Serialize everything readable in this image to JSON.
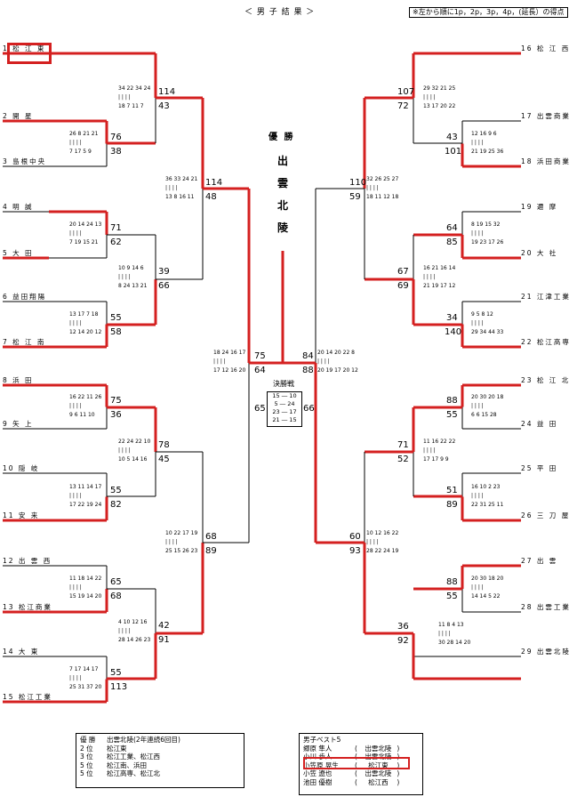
{
  "title": "＜ 男 子 結 果 ＞",
  "note": "※左から順に1p，2p，3p，4p，(延長）の得点",
  "champion_label": "優 勝",
  "champion_name": [
    "出",
    "雲",
    "北",
    "陵"
  ],
  "final_label": "決勝戦",
  "final_periods": [
    "15 ― 10",
    "5 ― 24",
    "23 ― 17",
    "21 ― 15"
  ],
  "left_teams": [
    "1 松 江 東",
    "2 開 星",
    "3 島根中央",
    "4 明 誠",
    "5 大 田",
    "6 益田翔陽",
    "7 松 江 南",
    "8 浜 田",
    "9 矢 上",
    "10 隠 岐",
    "11 安 来",
    "12 出 雲 西",
    "13 松江商業",
    "14 大 東",
    "15 松江工業"
  ],
  "right_teams": [
    "16 松 江 西",
    "17 出雲商業",
    "18 浜田商業",
    "19 邇 摩",
    "20 大 社",
    "21 江津工業",
    "22 松江高専",
    "23 松 江 北",
    "24 益 田",
    "25 平 田",
    "26 三 刀 屋",
    "27 出 雲",
    "28 出雲工業",
    "29 出雲北陵"
  ],
  "scores": {
    "L1": [
      "114",
      "43"
    ],
    "L1q": [
      "34 22 34 24",
      "18 7 11 7"
    ],
    "L2": [
      "76",
      "38"
    ],
    "L2q": [
      "26 8 21 21",
      "7 17 5 9"
    ],
    "L3": [
      "71",
      "62"
    ],
    "L3q": [
      "20 14 24 13",
      "7 19 15 21"
    ],
    "L4": [
      "55",
      "58"
    ],
    "L4q": [
      "13 17 7 18",
      "12 14 20 12"
    ],
    "L5": [
      "75",
      "36"
    ],
    "L5q": [
      "16 22 11 26",
      "9 6 11 10"
    ],
    "L6": [
      "55",
      "82"
    ],
    "L6q": [
      "13 11 14 17",
      "17 22 19 24"
    ],
    "L7": [
      "65",
      "68"
    ],
    "L7q": [
      "11 18 14 22",
      "15 19 14 20"
    ],
    "L8": [
      "55",
      "113"
    ],
    "L8q": [
      "7 17 14 17",
      "25 31 37 20"
    ],
    "LR1a": [
      "114",
      "48"
    ],
    "LR1aq": [
      "36 33 24 21",
      "13 8 16 11"
    ],
    "LR1b": [
      "39",
      "66"
    ],
    "LR1bq": [
      "10 9 14 6",
      "8 24 13 21"
    ],
    "LR1c": [
      "78",
      "45"
    ],
    "LR1cq": [
      "22 24 22 10",
      "10 5 14 16"
    ],
    "LR1d": [
      "42",
      "91"
    ],
    "LR1dq": [
      "4 10 12 16",
      "28 14 26 23"
    ],
    "LS1": [
      "75",
      "64"
    ],
    "LS1q": [
      "18 24 16 17",
      "17 12 16 20"
    ],
    "LS2": [
      "68",
      "89"
    ],
    "LS2q": [
      "10 22 17 19",
      "25 15 26 23"
    ],
    "FL": "65",
    "FR": "66",
    "R1": [
      "107",
      "72"
    ],
    "R1q": [
      "29 32 21 25",
      "13 17 20 22"
    ],
    "R2": [
      "43",
      "101"
    ],
    "R2q": [
      "12 16 9 6",
      "21 19 25 36"
    ],
    "R3": [
      "64",
      "85"
    ],
    "R3q": [
      "8 19 15 32",
      "19 23 17 26"
    ],
    "R4": [
      "34",
      "140"
    ],
    "R4q": [
      "9 5 8 12",
      "29 34 44 33"
    ],
    "R5": [
      "88",
      "55"
    ],
    "R5q": [
      "20 30 20 18",
      "6 6 15 28"
    ],
    "R6": [
      "51",
      "89"
    ],
    "R6q": [
      "16 10 2 23",
      "22 31 25 11"
    ],
    "R7": [
      "88",
      "55"
    ],
    "R7q": [
      "20 30 18 20",
      "14 14 5 22"
    ],
    "R8": [
      "36",
      "92"
    ],
    "R8q": [
      "11 8 4 13",
      "30 28 14 20"
    ],
    "RR1a": [
      "110",
      "59"
    ],
    "RR1aq": [
      "32 26 25 27",
      "18 11 12 18"
    ],
    "RR1b": [
      "67",
      "69"
    ],
    "RR1bq": [
      "16 21 16 14",
      "21 19 17 12"
    ],
    "RR1c": [
      "71",
      "52"
    ],
    "RR1cq": [
      "11 16 22 22",
      "17 17 9 9"
    ],
    "RR1d": [
      "60",
      "93"
    ],
    "RR1dq": [
      "10 12 16 22",
      "28 22 24 19"
    ],
    "RS1": [
      "84",
      "88"
    ],
    "RS1q": [
      "20 14 20 22 8",
      "20 19 17 20 12"
    ]
  },
  "results_table": [
    [
      "優 勝",
      "出雲北陵(2年連続6回目)"
    ],
    [
      "2 位",
      "松江東"
    ],
    [
      "3 位",
      "松江工業、松江西"
    ],
    [
      "5 位",
      "松江南、浜田"
    ],
    [
      "5 位",
      "松江高専、松江北"
    ]
  ],
  "best5_title": "男子ベスト5",
  "best5": [
    [
      "郷原 隼人",
      "(",
      "出雲北陵",
      ")"
    ],
    [
      "小川 歩人",
      "(",
      "出雲北陵",
      ")"
    ],
    [
      "小笠原 晃生",
      "(",
      "松江東",
      ")"
    ],
    [
      "小笠 遼也",
      "(",
      "出雲北陵",
      ")"
    ],
    [
      "池田 優樹",
      "(",
      "松江西",
      ")"
    ]
  ],
  "colors": {
    "winner_line": "#d42020",
    "line": "#000000"
  }
}
